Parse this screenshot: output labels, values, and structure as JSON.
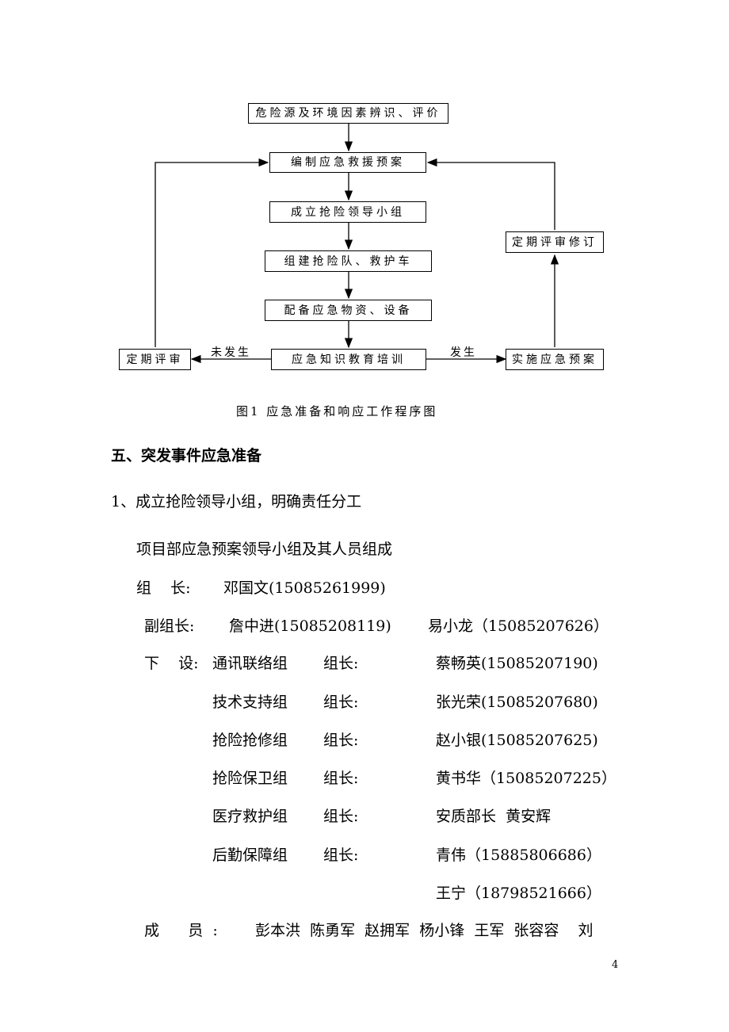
{
  "flowchart": {
    "boxes": {
      "identify": "危险源及环境因素辨识、评价",
      "compile": "编制应急救援预案",
      "leadership": "成立抢险领导小组",
      "team": "组建抢险队、救护车",
      "supplies": "配备应急物资、设备",
      "training": "应急知识教育培训",
      "review": "定期评审",
      "implement": "实施应急预案",
      "revise": "定期评审修订"
    },
    "labels": {
      "not_occurred": "未发生",
      "occurred": "发生"
    },
    "caption": "图1  应急准备和响应工作程序图"
  },
  "section": {
    "heading": "五、突发事件应急准备",
    "subheading": "1、成立抢险领导小组，明确责任分工",
    "intro": "项目部应急预案领导小组及其人员组成"
  },
  "leader": {
    "label": "组    长:",
    "value": "邓国文(15085261999)"
  },
  "deputy": {
    "label": "副组长:",
    "value1": "詹中进(15085208119)",
    "value2": "易小龙（15085207626）"
  },
  "subgroups": {
    "label": "下    设:",
    "rows": [
      {
        "group": "通讯联络组",
        "role": "组长:",
        "person": "蔡畅英(15085207190)"
      },
      {
        "group": "技术支持组",
        "role": "组长:",
        "person": "张光荣(15085207680)"
      },
      {
        "group": "抢险抢修组",
        "role": "组长:",
        "person": "赵小银(15085207625)"
      },
      {
        "group": "抢险保卫组",
        "role": "组长:",
        "person": "黄书华（15085207225）"
      },
      {
        "group": "医疗救护组",
        "role": "组长:",
        "person": "安质部长  黄安辉"
      },
      {
        "group": "后勤保障组",
        "role": "组长:",
        "person": "青伟（15885806686）"
      }
    ],
    "extra_person": "王宁（18798521666）"
  },
  "members": {
    "label": "成      员  :",
    "value": "彭本洪  陈勇军  赵拥军  杨小锋  王军  张容容    刘"
  },
  "page_number": "4"
}
